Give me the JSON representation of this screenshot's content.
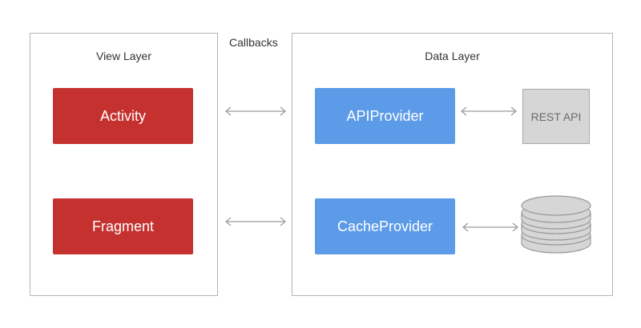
{
  "callbacks_label": "Callbacks",
  "view_layer": {
    "title": "View Layer",
    "items": [
      "Activity",
      "Fragment"
    ],
    "color": "#c4312f"
  },
  "data_layer": {
    "title": "Data Layer",
    "providers": [
      "APIProvider",
      "CacheProvider"
    ],
    "color": "#5c9be8"
  },
  "external": {
    "rest_api": "REST API",
    "database_icon": "database-stack-icon"
  },
  "colors": {
    "connector": "#9a9a9a",
    "panel_border": "#b4b4b4",
    "external_fill": "#d6d6d6"
  }
}
